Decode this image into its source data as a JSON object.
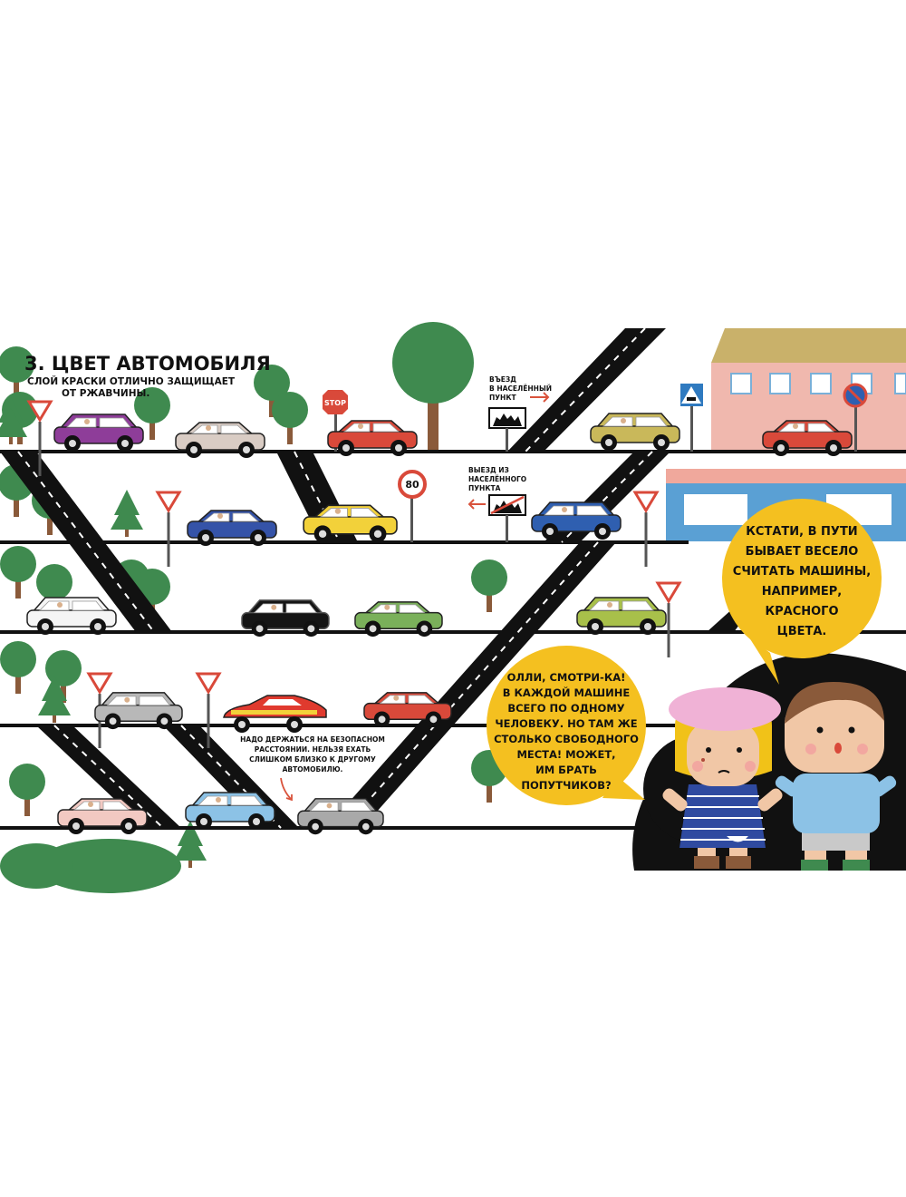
{
  "heading": {
    "title": "3. ЦВЕТ АВТОМОБИЛЯ",
    "subtitle_lines": [
      "СЛОЙ КРАСКИ ОТЛИЧНО ЗАЩИЩАЕТ",
      "ОТ РЖАВЧИНЫ."
    ]
  },
  "signs": {
    "stop": "STOP",
    "speed_limit": "80",
    "entry_lines": [
      "ВЪЕЗД",
      "В НАСЕЛЁННЫЙ",
      "ПУНКТ"
    ],
    "exit_lines": [
      "ВЫЕЗД ИЗ",
      "НАСЕЛЁННОГО",
      "ПУНКТА"
    ]
  },
  "note": {
    "lines": [
      "НАДО ДЕРЖАТЬСЯ НА БЕЗОПАСНОМ",
      "РАССТОЯНИИ. НЕЛЬЗЯ ЕХАТЬ",
      "СЛИШКОМ БЛИЗКО К ДРУГОМУ",
      "АВТОМОБИЛЮ."
    ]
  },
  "bubbles": {
    "boy_lines": [
      "КСТАТИ, В ПУТИ",
      "БЫВАЕТ ВЕСЕЛО",
      "СЧИТАТЬ МАШИНЫ,",
      "НАПРИМЕР,",
      "КРАСНОГО",
      "ЦВЕТА."
    ],
    "girl_lines": [
      "ОЛЛИ, СМОТРИ-КА!",
      "В КАЖДОЙ МАШИНЕ",
      "ВСЕГО ПО ОДНОМУ",
      "ЧЕЛОВЕКУ. НО ТАМ ЖЕ",
      "СТОЛЬКО СВОБОДНОГО",
      "МЕСТА! МОЖЕТ,",
      "ИМ БРАТЬ",
      "ПОПУТЧИКОВ?"
    ]
  },
  "colors": {
    "tree": "#3f8a4f",
    "road": "#111111",
    "bubble": "#f4c020",
    "arrow": "#d9533c"
  },
  "cars": [
    {
      "id": "purple",
      "color": "#8e3d99",
      "type": "suv"
    },
    {
      "id": "beige",
      "color": "#d9ccc4",
      "type": "sedan"
    },
    {
      "id": "red-1",
      "color": "#d9493a",
      "type": "sedan"
    },
    {
      "id": "olive",
      "color": "#c9b85a",
      "type": "suv"
    },
    {
      "id": "red-2",
      "color": "#d9493a",
      "type": "sedan"
    },
    {
      "id": "blue-1",
      "color": "#3553a8",
      "type": "sedan"
    },
    {
      "id": "yellow",
      "color": "#f2d13a",
      "type": "sedan"
    },
    {
      "id": "blue-2",
      "color": "#2f5fb0",
      "type": "suv"
    },
    {
      "id": "white",
      "color": "#f5f5f5",
      "type": "suv"
    },
    {
      "id": "black",
      "color": "#151515",
      "type": "suv"
    },
    {
      "id": "green",
      "color": "#7ab05a",
      "type": "sedan"
    },
    {
      "id": "lime",
      "color": "#a8c04a",
      "type": "suv"
    },
    {
      "id": "grey-1",
      "color": "#b8b8b8",
      "type": "suv"
    },
    {
      "id": "sports",
      "color": "#e03a2e",
      "type": "sport"
    },
    {
      "id": "red-3",
      "color": "#d9493a",
      "type": "sedan"
    },
    {
      "id": "pink",
      "color": "#f2c9c2",
      "type": "sedan"
    },
    {
      "id": "lightblue",
      "color": "#8cc2e6",
      "type": "suv"
    },
    {
      "id": "grey-2",
      "color": "#a9a9a9",
      "type": "suv"
    }
  ]
}
